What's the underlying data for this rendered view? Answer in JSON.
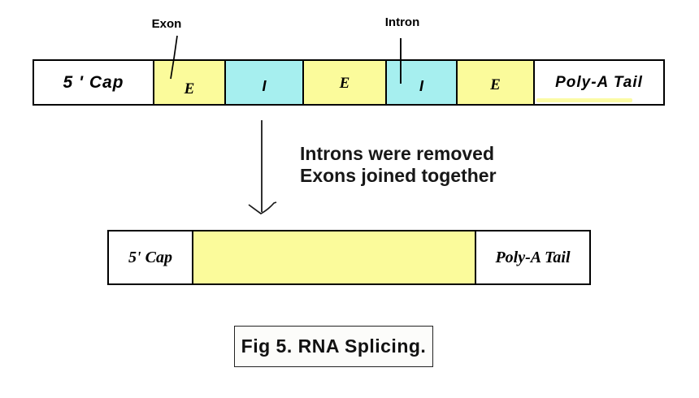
{
  "figure": {
    "caption": "Fig 5. RNA Splicing.",
    "transition_note_lines": [
      "Introns were removed",
      "Exons joined together"
    ],
    "callouts": {
      "exon": "Exon",
      "intron": "Intron"
    }
  },
  "pre_mrna_bar": {
    "segments": [
      {
        "label": "5 ' Cap",
        "type": "cap"
      },
      {
        "label": "E",
        "type": "exon"
      },
      {
        "label": "I",
        "type": "intron"
      },
      {
        "label": "E",
        "type": "exon"
      },
      {
        "label": "I",
        "type": "intron"
      },
      {
        "label": "E",
        "type": "exon"
      },
      {
        "label": "Poly-A Tail",
        "type": "poly_a_tail"
      }
    ]
  },
  "mature_mrna_bar": {
    "segments": [
      {
        "label": "5' Cap",
        "type": "cap"
      },
      {
        "label": "",
        "type": "joined_exons"
      },
      {
        "label": "Poly-A Tail",
        "type": "poly_a_tail"
      }
    ]
  },
  "colors": {
    "exon_fill": "#FBFB9B",
    "intron_fill": "#A6EFEF",
    "cap_tail_fill": "#FFFFFF",
    "outline": "#000000",
    "background": "#FFFFFF"
  }
}
